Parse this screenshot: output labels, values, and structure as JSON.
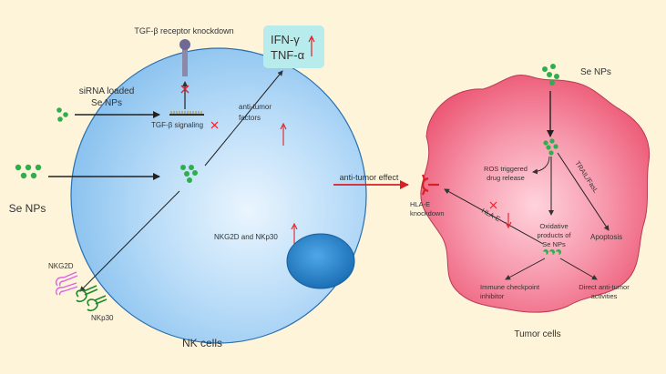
{
  "nk_cell": {
    "tgf_knockdown": "TGF-β receptor knockdown",
    "sirna_line1": "siRNA loaded",
    "sirna_line2": "Se NPs",
    "tgf_signaling": "TGF-β signaling",
    "anti_tumor_line1": "anti-tumor",
    "anti_tumor_line2": "factors",
    "se_nps": "Se NPs",
    "nkg2d_nkp30": "NKG2D and NKp30",
    "nkg2d": "NKG2D",
    "nkp30": "NKp30",
    "title": "NK cells"
  },
  "cytokines": {
    "ifn": "IFN-γ",
    "tnf": "TNF-α"
  },
  "arrow_label": "anti-tumor effect",
  "tumor": {
    "se_nps": "Se NPs",
    "ros_line1": "ROS triggered",
    "ros_line2": "drug release",
    "trail": "TRAIL/FasL",
    "apoptosis": "Apoptosis",
    "hla_line1": "HLA-E",
    "hla_line2": "knockdown",
    "hla_e": "HLA-E",
    "ox_line1": "Oxidative",
    "ox_line2": "products of",
    "ox_line3": "Se NPs",
    "icp_line1": "Immune checkpoint",
    "icp_line2": "inhibitor",
    "direct_line1": "Direct anti-tumor",
    "direct_line2": "activities",
    "title": "Tumor cells"
  },
  "colors": {
    "background": "#fdf4da",
    "nk_cell_fill": "#a9d2f5",
    "nucleus": "#2e86cc",
    "tumor_fill": "#f0647e",
    "np_green": "#2fae4e",
    "cytokine_box": "#b8ecec",
    "red": "#e0202a",
    "nkg2d": "#e060e8",
    "nkp30": "#1f8a2c"
  }
}
